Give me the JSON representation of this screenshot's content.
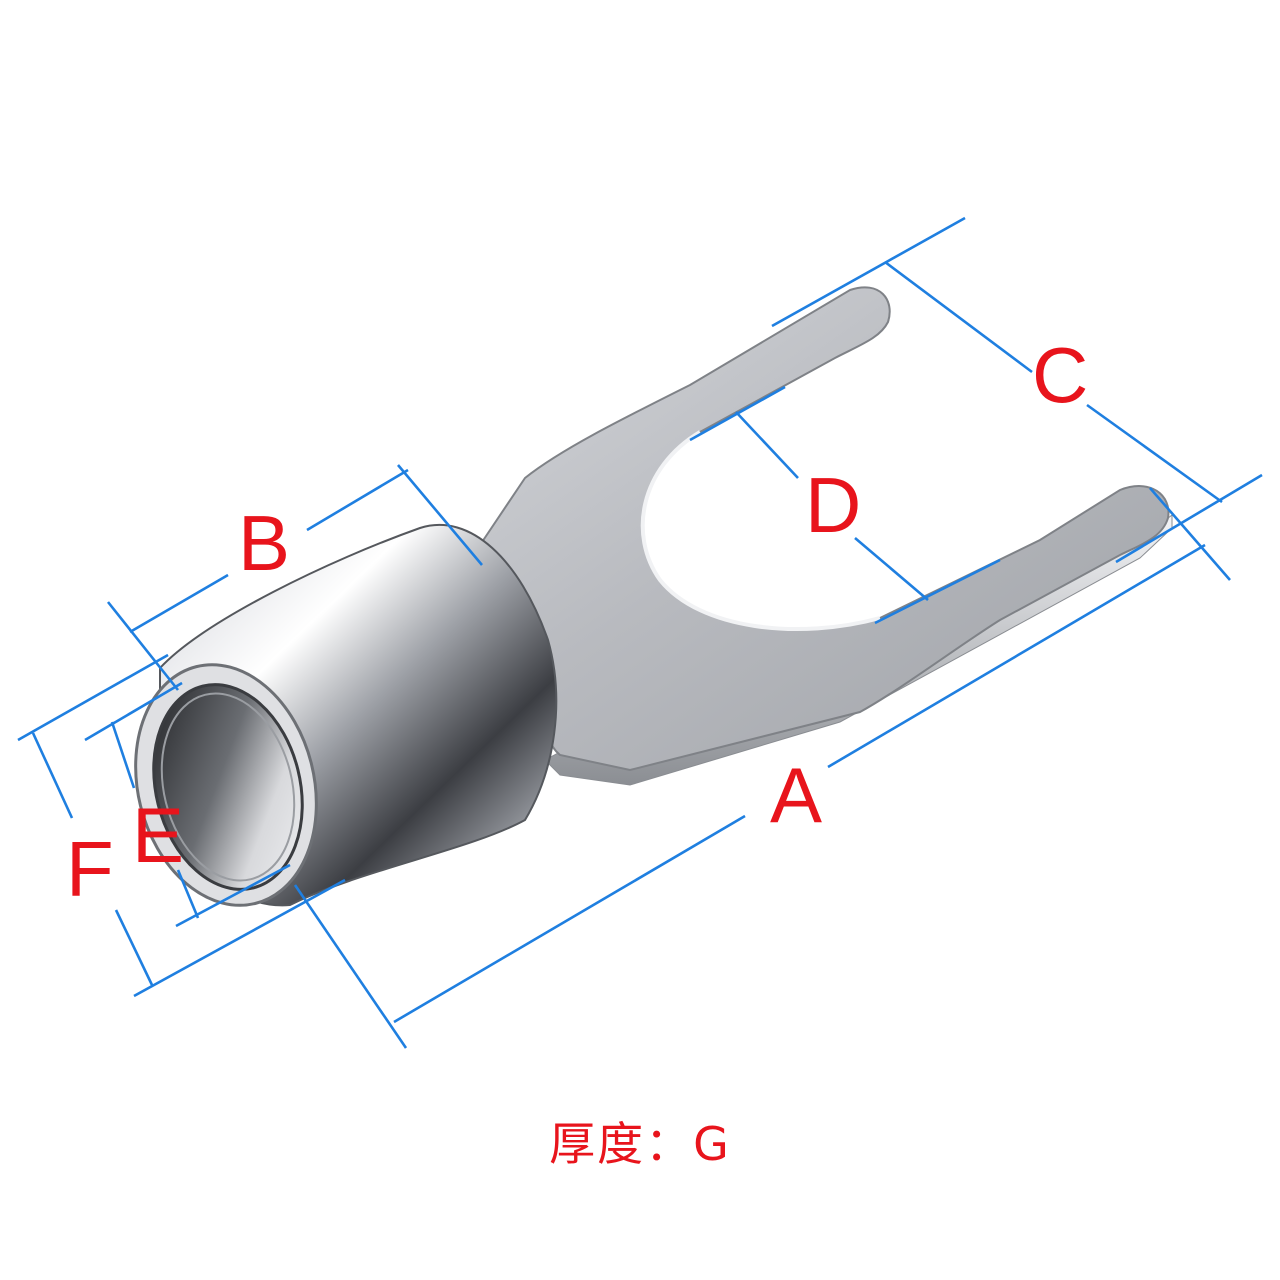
{
  "labels": {
    "a": "A",
    "b": "B",
    "c": "C",
    "d": "D",
    "e": "E",
    "f": "F"
  },
  "footer": {
    "thickness_text": "厚度：G"
  },
  "colors": {
    "label": "#e8141c",
    "dimension_line": "#1f7fe0",
    "metal": "#b9bbc0"
  }
}
